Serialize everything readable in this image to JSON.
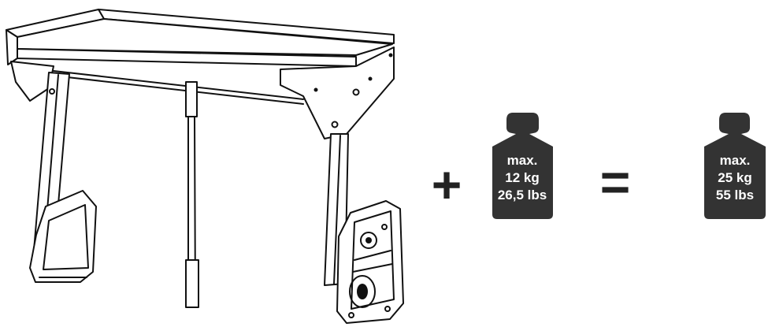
{
  "operators": {
    "plus": "+",
    "equals": "="
  },
  "weights": [
    {
      "line1": "max.",
      "line2": "12 kg",
      "line3": "26,5 lbs"
    },
    {
      "line1": "max.",
      "line2": "25 kg",
      "line3": "55 lbs"
    }
  ],
  "colors": {
    "weight_fill": "#333333",
    "line": "#111111",
    "background": "#ffffff"
  }
}
